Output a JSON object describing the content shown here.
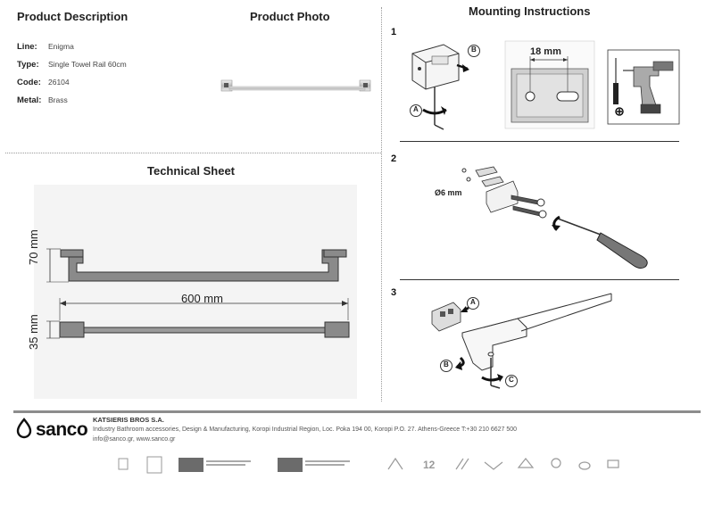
{
  "product_description": {
    "title": "Product Description",
    "fields": [
      {
        "label": "Line:",
        "value": "Enigma"
      },
      {
        "label": "Type:",
        "value": "Single Towel Rail 60cm"
      },
      {
        "label": "Code:",
        "value": "26104"
      },
      {
        "label": "Metal:",
        "value": "Brass"
      }
    ]
  },
  "product_photo": {
    "title": "Product Photo"
  },
  "technical_sheet": {
    "title": "Technical Sheet",
    "dim_height_top": "70 mm",
    "dim_width": "600 mm",
    "dim_height_bottom": "35 mm"
  },
  "mounting": {
    "title": "Mounting Instructions",
    "steps": [
      {
        "number": "1",
        "hole_spacing": "18 mm",
        "callouts": [
          "A",
          "B"
        ]
      },
      {
        "number": "2",
        "drill_size": "Ø6 mm"
      },
      {
        "number": "3",
        "callouts": [
          "A",
          "B",
          "C"
        ]
      }
    ]
  },
  "footer": {
    "brand": "sanco",
    "company": "KATSIERIS BROS S.A.",
    "address": "Industry Bathroom accessories, Design & Manufacturing, Koropi Industrial Region, Loc. Poka 194 00, Koropi P.O. 27. Athens-Greece   T:+30 210 6627 500",
    "contact": "info@sanco.gr, www.sanco.gr"
  },
  "colors": {
    "bar_fill": "#8a8a8a",
    "bar_stroke": "#333333",
    "footer_rule": "#8c8c8c"
  }
}
